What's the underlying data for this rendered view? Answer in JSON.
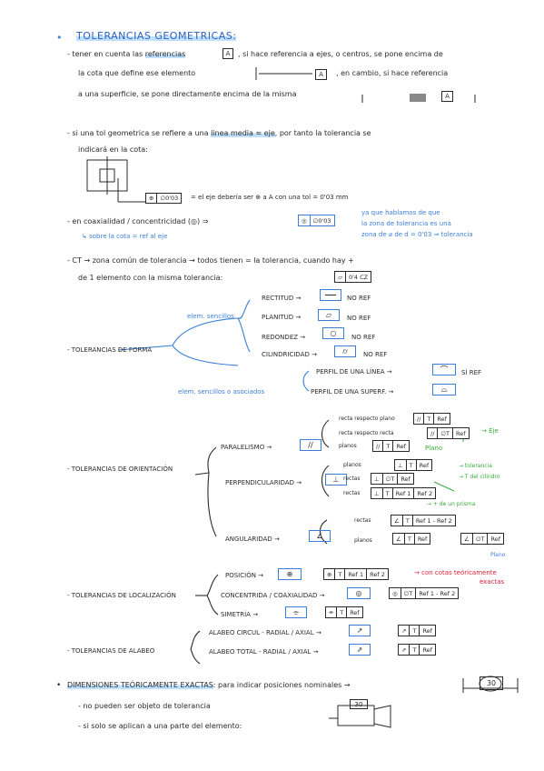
{
  "bullet": "•",
  "title": "TOLERANCIAS GEOMETRICAS:",
  "intro": {
    "l1a": "- tener en cuenta las ",
    "l1b": "referencias",
    "l1c": ", si hace referencia a ejes, o centros, se pone encima de",
    "l2a": "la cota que define ese elemento",
    "l2b": ", en cambio, si hace referencia",
    "l3a": "a una superficie, se pone directamente encima de la misma",
    "ref": "A"
  },
  "media": {
    "l1a": "- si una tol geometrica se refiere a una ",
    "l1b": "linea media ≈ eje",
    "l1c": ", por tanto la tolerancia se",
    "l2": "indicará en la cota:",
    "fcf": [
      "⊕",
      "∅0'03"
    ],
    "eq": "= el eje debería ser ⊕ a A con una tol = 0'03 mm"
  },
  "coax": {
    "l1": "- en coaxialidad / concentricidad (◎) ⇒",
    "fcf": [
      "◎",
      "∅0'03"
    ],
    "sub": "↳ sobre la cota = ref al eje",
    "note1": "ya que hablamos de que",
    "note2": "la zona de tolerancia es una",
    "note3": "zona de ⌀ de d = 0'03 ⇒ tolerancia"
  },
  "ct": {
    "l1": "- CT → zona común de tolerancia → todos tienen = la tolerancia, cuando hay +",
    "l2": "de 1 elemento con la misma tolerancia:",
    "fcf": [
      "▱",
      "0'4 CZ"
    ]
  },
  "forma": {
    "label": "- TOLERANCIAS DE FORMA",
    "sencillos": "elem. sencillos",
    "asociados": "elem. sencillos o asociados",
    "items": [
      {
        "name": "RECTITUD →",
        "ref": "NO REF"
      },
      {
        "name": "PLANITUD →",
        "ref": "NO REF"
      },
      {
        "name": "REDONDEZ →",
        "ref": "NO REF"
      },
      {
        "name": "CILINDRICIDAD →",
        "ref": "NO REF"
      },
      {
        "name": "PERFIL DE UNA LÍNEA →",
        "ref": "SÍ REF"
      },
      {
        "name": "PERFIL DE UNA SUPERF. →",
        "ref": ""
      }
    ]
  },
  "orient": {
    "label": "- TOLERANCIAS DE ORIENTACIÓN",
    "paralelismo": "PARALELISMO →",
    "perpendicularidad": "PERPENDICULARIDAD →",
    "angularidad": "ANGULARIDAD →",
    "par": [
      {
        "t": "recta respecto plano",
        "f": [
          "//",
          "T",
          "Ref"
        ]
      },
      {
        "t": "recta respecto recta",
        "f": [
          "//",
          "∅T",
          "Ref"
        ]
      },
      {
        "t": "planos",
        "f": [
          "//",
          "T",
          "Ref"
        ]
      }
    ],
    "par_notes": [
      "→ Eje",
      "Plano"
    ],
    "perp": [
      {
        "t": "planos",
        "f": [
          "⊥",
          "T",
          "Ref"
        ]
      },
      {
        "t": "rectas",
        "f": [
          "⊥",
          "∅T",
          "Ref"
        ]
      },
      {
        "t": "rectas",
        "f": [
          "⊥",
          "T",
          "Ref 1",
          "Ref 2"
        ]
      }
    ],
    "perp_notes": [
      "→ tolerancia",
      "→ T del cilindro",
      "→ + de un prisma"
    ],
    "ang": [
      {
        "t": "rectas",
        "f": [
          "∠",
          "T",
          "Ref 1 - Ref 2"
        ]
      },
      {
        "t": "planos",
        "f": [
          "∠",
          "T",
          "Ref"
        ]
      }
    ],
    "ang_extra": [
      "∠",
      "∅T",
      "Ref"
    ],
    "ang_notes": [
      "Plano"
    ]
  },
  "local": {
    "label": "- TOLERANCIAS DE LOCALIZACIÓN",
    "items": [
      {
        "name": "POSICIÓN →",
        "f": [
          "⊕",
          "T",
          "Ref 1",
          "Ref 2"
        ]
      },
      {
        "name": "CONCENTRIDA / COAXIALIDAD →",
        "f": [
          "◎",
          "∅T",
          "Ref 1 - Ref 2"
        ]
      },
      {
        "name": "SIMETRÍA →",
        "f": [
          "⌯",
          "T",
          "Ref"
        ]
      }
    ],
    "note1": "→ con cotas teóricamente",
    "note2": "exactas"
  },
  "alabeo": {
    "label": "- TOLERANCIAS DE ALABEO",
    "items": [
      {
        "name": "ALABEO CIRCUL - RADIAL / AXIAL →",
        "f": [
          "↗",
          "T",
          "Ref"
        ]
      },
      {
        "name": "ALABEO TOTAL - RADIAL / AXIAL →",
        "f": [
          "⇗",
          "T",
          "Ref"
        ]
      }
    ]
  },
  "dim": {
    "title": "DIMENSIONES TEÓRICAMENTE EXACTAS",
    "rest": ": para indicar posiciones nominales →",
    "val": "30",
    "l2": "- no pueden ser objeto de tolerancia",
    "l3": "- si solo se aplican a una parte del elemento:",
    "val2": "30"
  },
  "colors": {
    "blue": "#3b7fd8",
    "highlight": "#bfe1ff",
    "green": "#3aaa3a",
    "red": "#e0203a"
  }
}
